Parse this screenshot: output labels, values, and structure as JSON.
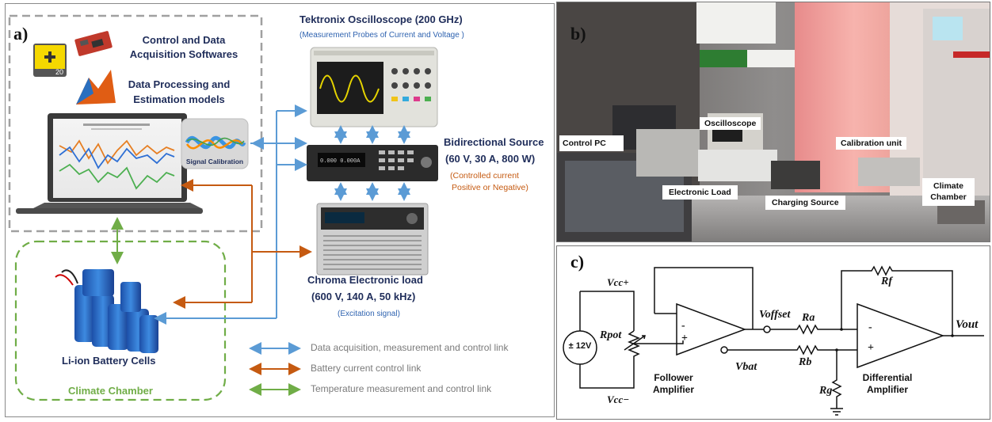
{
  "panel_a": {
    "label": "a)",
    "software_title": "Control and Data Acquisition Softwares",
    "labview_version": "20",
    "processing_title": "Data Processing and Estimation models",
    "signal_calibration": "Signal Calibration",
    "oscilloscope_title": "Tektronix Oscilloscope (200 GHz)",
    "oscilloscope_sub": "(Measurement Probes of Current and Voltage )",
    "source_title_1": "Bidirectional Source",
    "source_title_2": "(60 V, 30 A, 800 W)",
    "source_sub_1": "(Controlled current",
    "source_sub_2": "Positive or Negative)",
    "load_title_1": "Chroma Electronic load",
    "load_title_2": "(600 V, 140 A, 50 kHz)",
    "load_sub": "(Excitation signal)",
    "battery_label": "Li-ion Battery Cells",
    "chamber_label": "Climate Chamber",
    "legend": [
      {
        "text": "Data acquisition, measurement and control  link",
        "color": "#5b9bd5"
      },
      {
        "text": "Battery current control link",
        "color": "#c55a11"
      },
      {
        "text": "Temperature measurement and control link",
        "color": "#70ad47"
      }
    ],
    "colors": {
      "blue": "#5b9bd5",
      "orange": "#c55a11",
      "green": "#70ad47",
      "navy": "#1f2d5a"
    }
  },
  "panel_b": {
    "label": "b)",
    "callouts": {
      "oscilloscope": "Oscilloscope",
      "control_pc": "Control PC",
      "calibration": "Calibration unit",
      "electronic_load": "Electronic Load",
      "charging_source": "Charging Source",
      "climate_chamber": "Climate Chamber"
    }
  },
  "panel_c": {
    "label": "c)",
    "source": "± 12V",
    "vcc_plus": "Vcc+",
    "vcc_minus": "Vcc−",
    "rpot": "Rpot",
    "voffset": "Voffset",
    "vbat": "Vbat",
    "ra": "Ra",
    "rb": "Rb",
    "rf": "Rf",
    "rg": "Rg",
    "vout": "Vout",
    "follower": "Follower Amplifier",
    "differential": "Differential Amplifier",
    "minus": "-",
    "plus": "+"
  }
}
